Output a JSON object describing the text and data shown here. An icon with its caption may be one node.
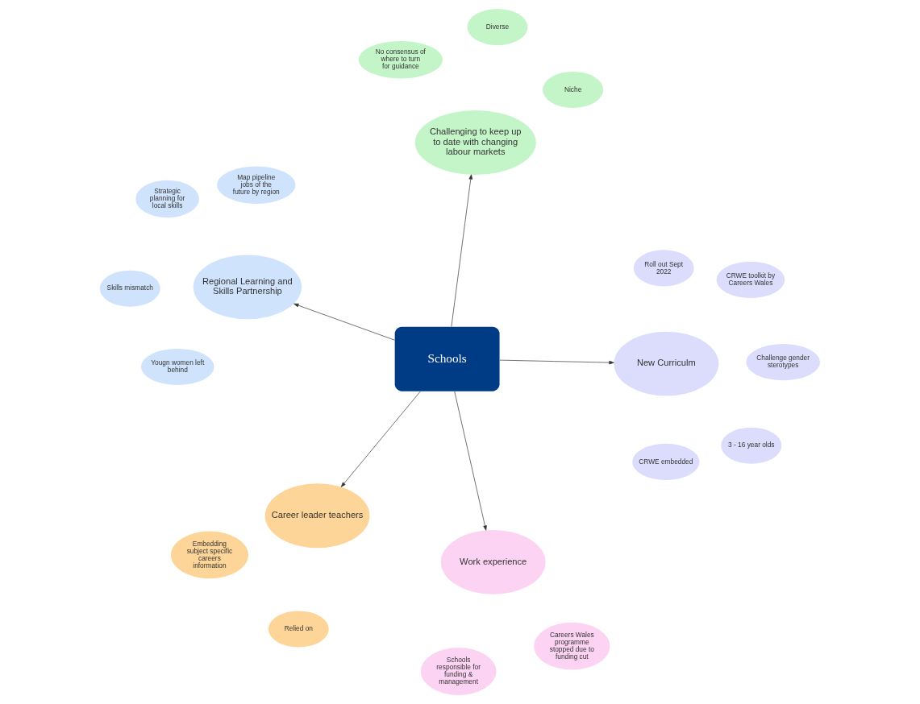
{
  "diagram": {
    "nodes": [
      {
        "text": [
          "Schools"
        ]
      },
      {
        "text": [
          "Challenging to keep up to date with changing labour markets"
        ]
      },
      {
        "text": [
          "Niche"
        ]
      },
      {
        "text": [
          "No consensus of where to turn for guidance"
        ]
      },
      {
        "text": [
          "Diverse"
        ]
      },
      {
        "text": [
          "Career leader teachers"
        ]
      },
      {
        "text": [
          "Embedding subject specific careers information"
        ]
      },
      {
        "text": [
          "Relied on"
        ]
      },
      {
        "text": [
          "Work experience"
        ]
      },
      {
        "text": [
          "Careers Wales programme stopped due to funding cut"
        ]
      },
      {
        "text": [
          "Schools responsible for funding & management"
        ]
      },
      {
        "text": [
          "New Curriculm"
        ]
      },
      {
        "text": [
          "Challenge gender sterotypes"
        ]
      },
      {
        "text": [
          "CRWE toolkit by Careers Wales"
        ]
      },
      {
        "text": [
          "Roll out Sept 2022"
        ]
      },
      {
        "text": [
          "CRWE embedded"
        ]
      },
      {
        "text": [
          "3 - 16 year olds"
        ]
      },
      {
        "text": [
          "Regional Learning and Skills Partnership"
        ]
      },
      {
        "text": [
          "Skills mismatch"
        ]
      },
      {
        "text": [
          "Strategic planning for local skills"
        ]
      },
      {
        "text": [
          "Map pipeline jobs of the future by region"
        ]
      },
      {
        "text": [
          "Yougn women left behind"
        ]
      }
    ],
    "edges": [
      {
        "from": 0,
        "to": 1,
        "arrow": "to"
      },
      {
        "from": 0,
        "to": 5,
        "arrow": "to"
      },
      {
        "from": 0,
        "to": 8,
        "arrow": "to"
      },
      {
        "from": 0,
        "to": 17,
        "arrow": "to"
      },
      {
        "from": 0,
        "to": 11,
        "arrow": "to"
      }
    ]
  }
}
